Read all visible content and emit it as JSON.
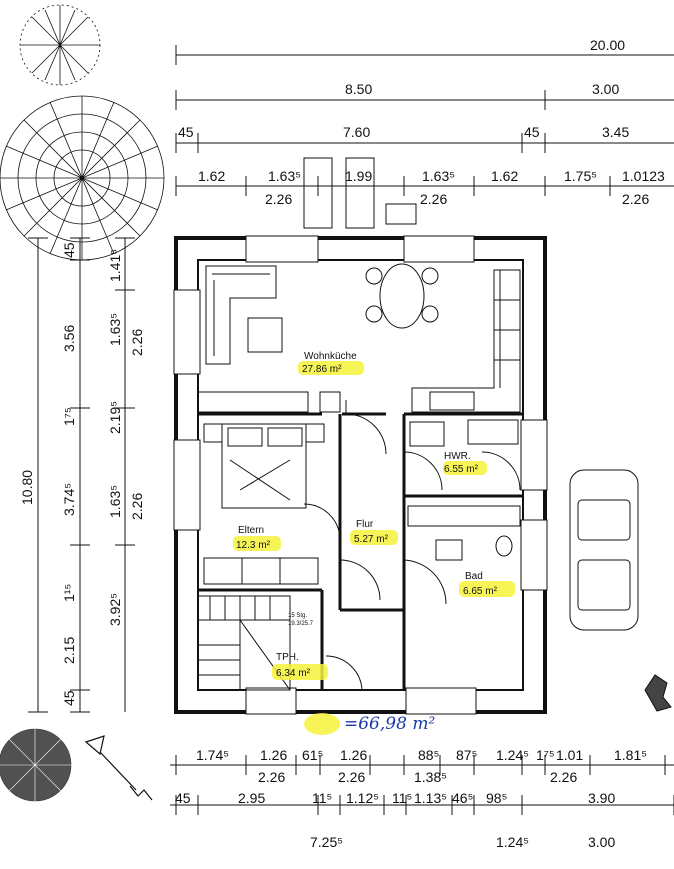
{
  "dimensions": {
    "row1": [
      "20.00"
    ],
    "row2": [
      "8.50",
      "3.00"
    ],
    "row3": [
      "45",
      "7.60",
      "45",
      "3.45"
    ],
    "row4a": [
      "1.62",
      "1.63⁵",
      "1.99",
      "1.63⁵",
      "1.62",
      "1.75⁵",
      "1.0123"
    ],
    "row4b": [
      "2.26",
      "2.26",
      "2.26"
    ],
    "left_outer": [
      "10.80"
    ],
    "left_mid": [
      "45",
      "3.56",
      "1⁷⁵",
      "3.74⁵",
      "1¹⁵",
      "3.92⁵",
      "2.15",
      "45"
    ],
    "left_inner": [
      "1.41⁵",
      "1.63⁵",
      "2.26",
      "2.19⁵",
      "1.63⁵",
      "2.26"
    ],
    "bottom1a": [
      "1.74⁵",
      "1.26",
      "61⁵",
      "1.26",
      "88⁵",
      "87⁵",
      "1.24⁵",
      "1⁷⁵",
      "1.01",
      "1.81⁵"
    ],
    "bottom1b": [
      "2.26",
      "2.26",
      "1.38⁵",
      "2.26"
    ],
    "bottom2": [
      "45",
      "2.95",
      "11⁵",
      "1.12⁵",
      "11⁵",
      "1.13⁵",
      "46⁵",
      "98⁵",
      "3.90"
    ],
    "bottom3": [
      "7.25⁵",
      "1.24⁵",
      "3.00"
    ]
  },
  "rooms": [
    {
      "name": "Wohnküche",
      "area": "27.86 m²"
    },
    {
      "name": "HWR.",
      "area": "6.55 m²"
    },
    {
      "name": "Eltern",
      "area": "12.3 m²"
    },
    {
      "name": "Flur",
      "area": "5.27 m²"
    },
    {
      "name": "Bad",
      "area": "6.65 m²"
    },
    {
      "name": "TPH.",
      "area": "6.34 m²"
    }
  ],
  "stairs_label_1": "15 Stg.",
  "stairs_label_2": "19.3/25.7",
  "total_area": "=66,98 m²",
  "colors": {
    "highlight": "#f6f23a",
    "ink": "#111111",
    "pen": "#1a3aa8"
  }
}
